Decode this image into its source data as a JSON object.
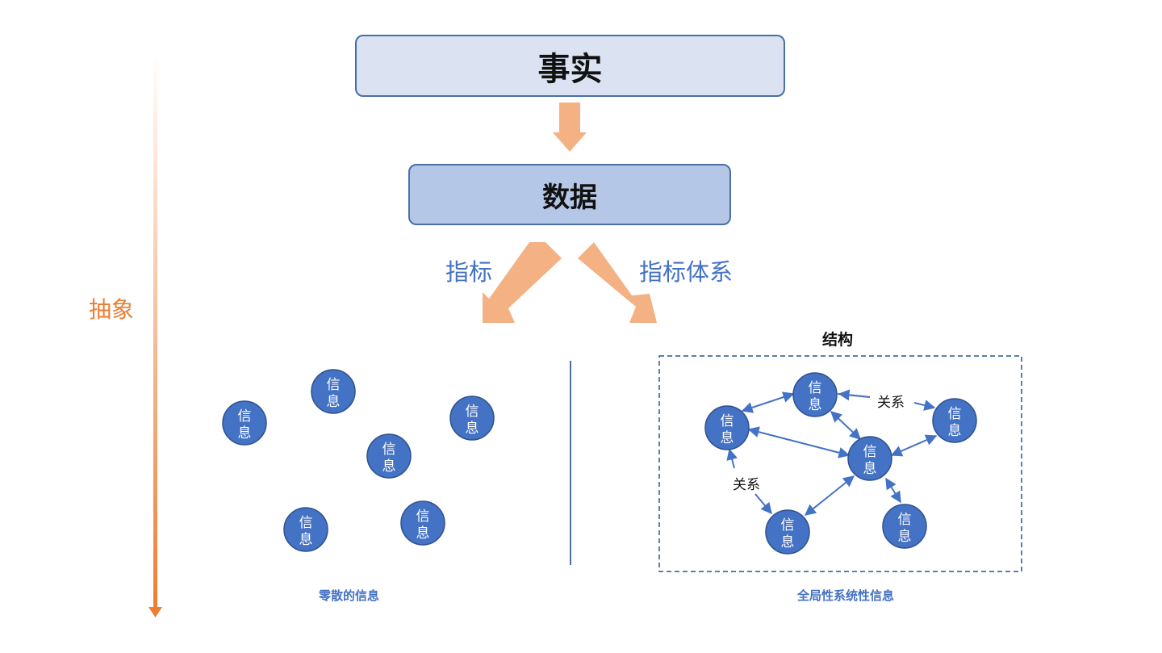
{
  "top_box": {
    "label": "事实"
  },
  "middle_box": {
    "label": "数据"
  },
  "axis": {
    "label": "抽象"
  },
  "branches": {
    "left_label": "指标",
    "right_label": "指标体系"
  },
  "structure": {
    "title": "结构",
    "relation_label": "关系"
  },
  "node": {
    "line1": "信",
    "line2": "息"
  },
  "captions": {
    "scattered": "零散的信息",
    "global": "全局性系统性信息"
  },
  "colors": {
    "node_fill": "#4472c4",
    "node_border": "#2f528f",
    "arrow_orange": "#f4b183",
    "axis_orange": "#ed7d31",
    "accent_blue": "#4472c4",
    "fact_box": "#dbe3f2",
    "data_box": "#b4c7e7"
  }
}
